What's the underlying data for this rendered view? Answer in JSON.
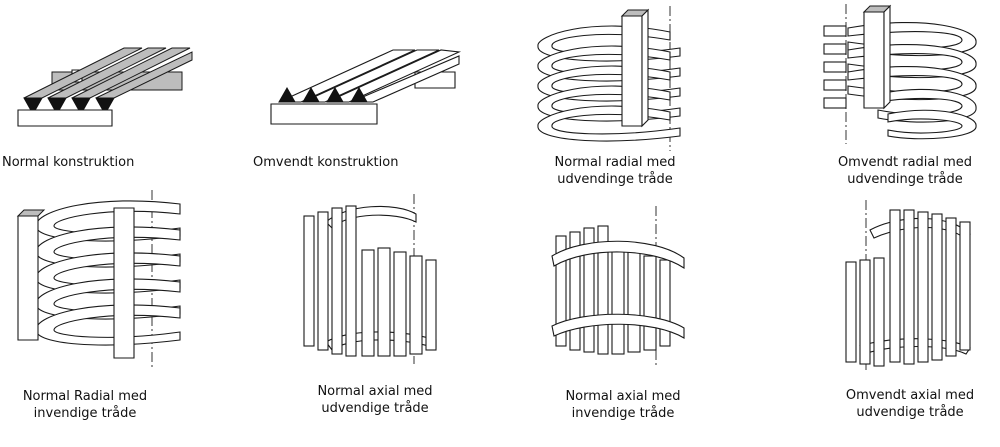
{
  "figures": [
    {
      "key": "normal_konstruktion",
      "caption": [
        "Normal konstruktion"
      ]
    },
    {
      "key": "omvendt_konstruktion",
      "caption": [
        "Omvendt konstruktion"
      ]
    },
    {
      "key": "normal_radial_udv",
      "caption": [
        "Normal radial med",
        "udvendinge tråde"
      ]
    },
    {
      "key": "omvendt_radial_udv",
      "caption": [
        "Omvendt radial med",
        "udvendinge tråde"
      ]
    },
    {
      "key": "normal_radial_inv",
      "caption": [
        "Normal Radial med",
        "invendige tråde"
      ]
    },
    {
      "key": "normal_axial_udv",
      "caption": [
        "Normal axial med",
        "udvendige tråde"
      ]
    },
    {
      "key": "normal_axial_inv",
      "caption": [
        "Normal axial med",
        "invendige tråde"
      ]
    },
    {
      "key": "omvendt_axial_udv",
      "caption": [
        "Omvendt axial med",
        "udvendige tråde"
      ]
    }
  ]
}
